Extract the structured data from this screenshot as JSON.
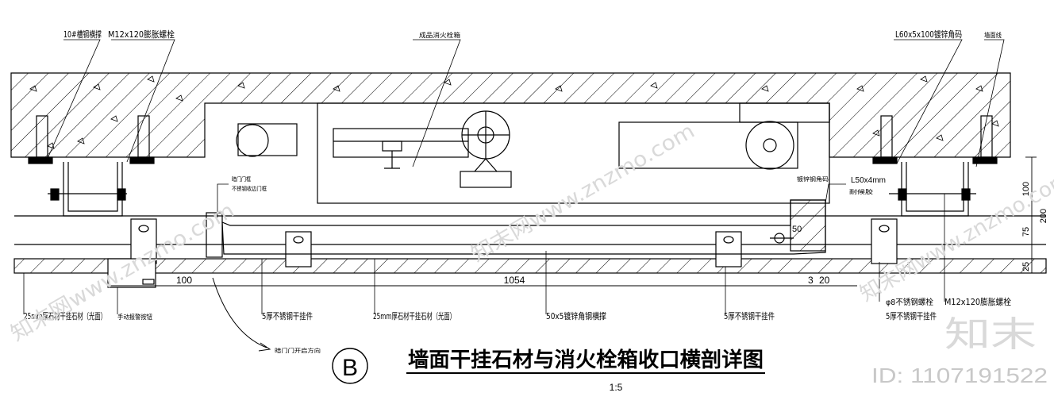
{
  "title": "墙面干挂石材与消火栓箱收口横剖详图",
  "scale": "1:5",
  "section_marker": "B",
  "labels": {
    "steel_channel": "10#槽钢横撑",
    "top_bolt": "M12x120膨胀螺栓",
    "hydrant_box": "成品消火栓箱",
    "angle_top": "L60x5x100镀锌角码",
    "wall_mark": "墙面线",
    "stone_left": "25mm厚石材干挂石材（光面）",
    "handle": "手动报警按钮",
    "hinge_left": "5厚不锈钢干挂件",
    "stone_mid": "25mm厚石材干挂石材（光面）",
    "angle_mid": "50x5镀锌角钢横撑",
    "hinge_right": "5厚不锈钢干挂件",
    "rivet": "φ8不锈钢螺栓",
    "bolt_right": "M12x120膨胀螺栓",
    "hinge_far": "5厚不锈钢干挂件",
    "door_open": "暗门门开启方向",
    "gap_left": "暗门门框",
    "gap_left2": "不锈钢收边门框",
    "angle_r1": "镀锌钢角码",
    "angle_r2": "L50x4mm",
    "sealant": "耐候胶"
  },
  "dimensions": {
    "d100": "100",
    "d1054": "1054",
    "d3": "3",
    "d20": "20",
    "d50": "50",
    "v100": "100",
    "v200": "200",
    "v75": "75",
    "v25": "25"
  },
  "watermark": {
    "text": "知末网www.znzmo.com",
    "logo": "知末",
    "id": "ID: 1107191522"
  }
}
